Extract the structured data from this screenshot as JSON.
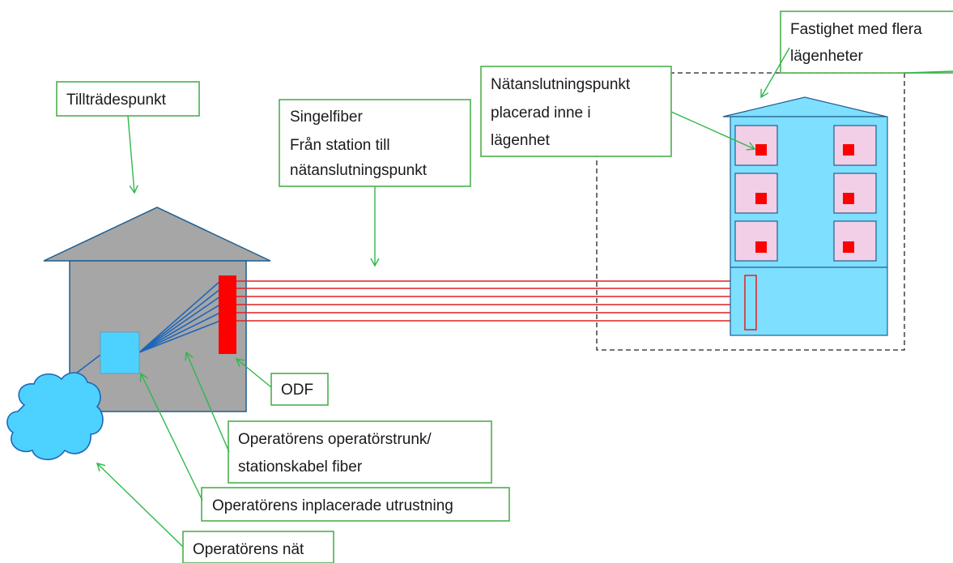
{
  "labels": {
    "tilltradespunkt": "Tillträdespunkt",
    "singelfiber_1": "Singelfiber",
    "singelfiber_2": "Från station till",
    "singelfiber_3": "nätanslutningspunkt",
    "natanslutning_1": "Nätanslutningspunkt",
    "natanslutning_2": "placerad inne i",
    "natanslutning_3": "lägenhet",
    "fastighet_1": "Fastighet med flera",
    "fastighet_2": "lägenheter",
    "odf": "ODF",
    "trunk_1": "Operatörens operatörstrunk/",
    "trunk_2": "stationskabel fiber",
    "utrustning": "Operatörens inplacerade utrustning",
    "nat": "Operatörens nät"
  },
  "colors": {
    "station_body": "#a6a6a6",
    "station_roof": "#a6a6a6",
    "equipment": "#4dd2ff",
    "odf": "#ff0000",
    "cloud": "#4dd2ff",
    "building": "#7fdfff",
    "apartment": "#f2cfe6",
    "fiber": "#e02020",
    "trunk": "#1f66b8",
    "label_border": "#4caf50",
    "arrow": "#2eb84a"
  }
}
